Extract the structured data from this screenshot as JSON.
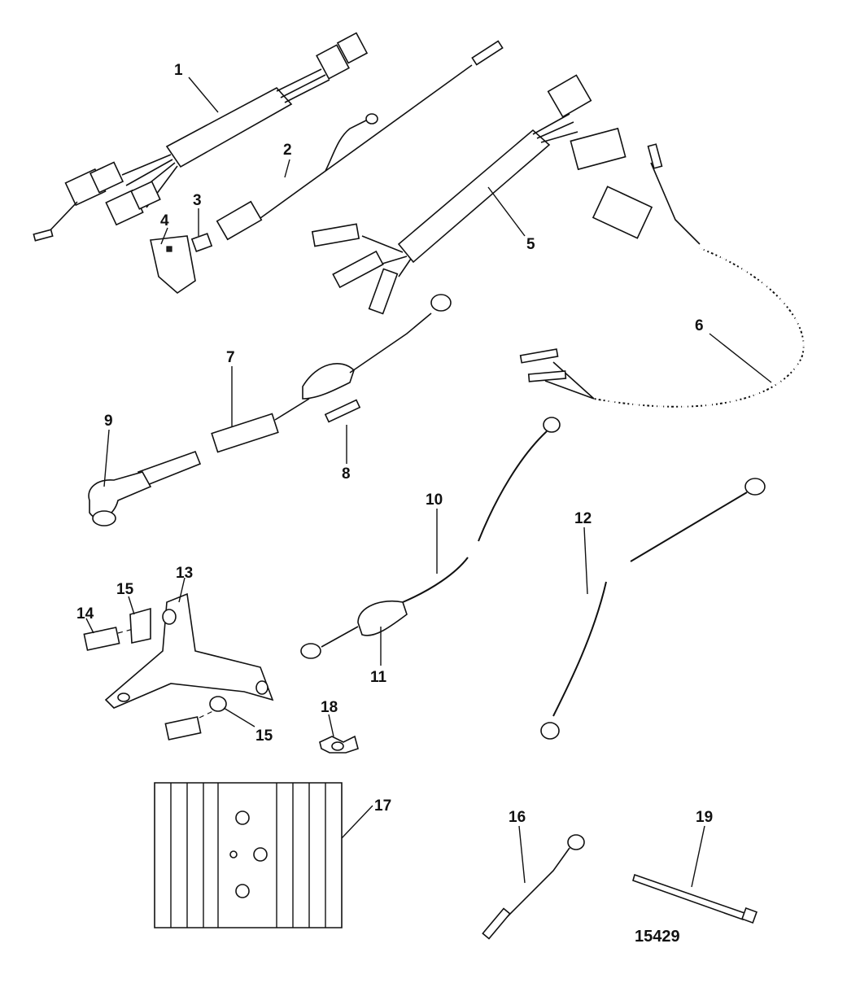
{
  "callouts": [
    "1",
    "2",
    "3",
    "4",
    "5",
    "6",
    "7",
    "8",
    "9",
    "10",
    "11",
    "12",
    "13",
    "14",
    "15",
    "15",
    "16",
    "17",
    "18",
    "19"
  ],
  "figure_number": "15429"
}
